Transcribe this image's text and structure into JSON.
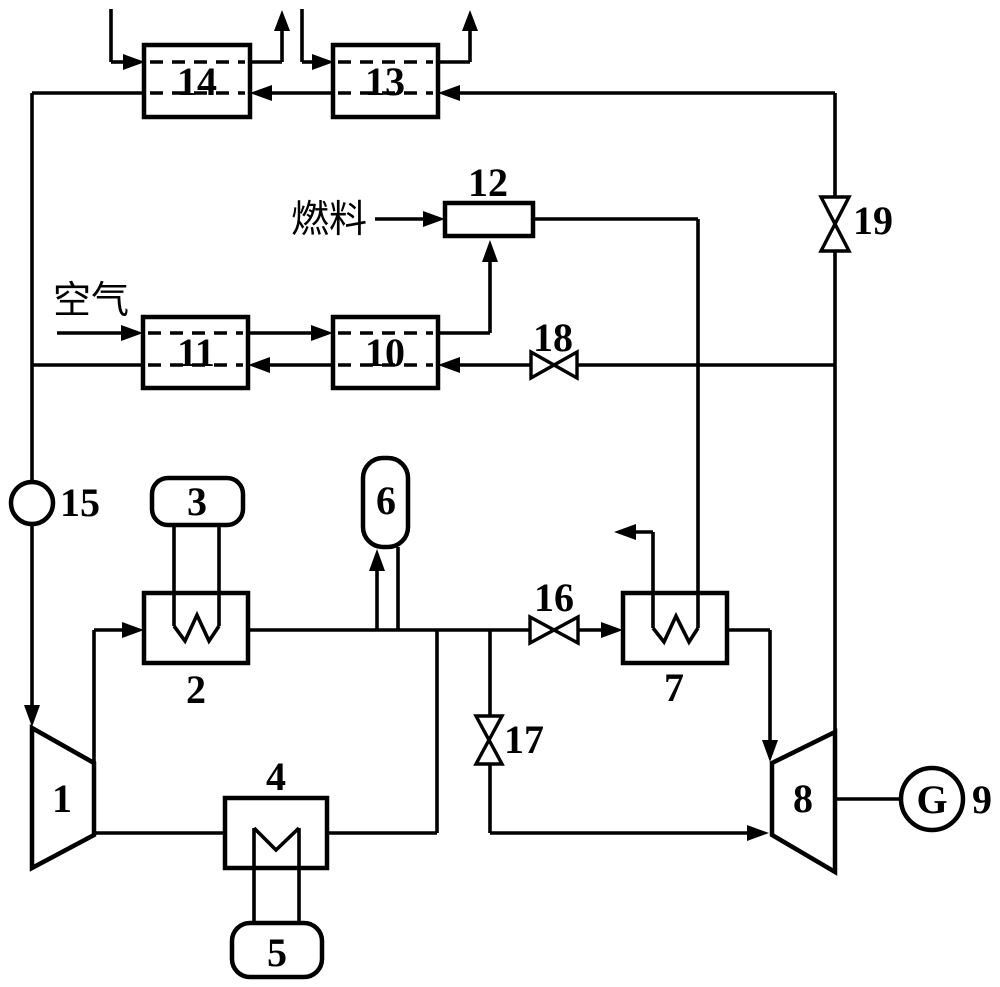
{
  "diagram": {
    "background_color": "#ffffff",
    "line_color": "#000000",
    "labels": {
      "n1": "1",
      "n2": "2",
      "n3": "3",
      "n4": "4",
      "n5": "5",
      "n6": "6",
      "n7": "7",
      "n8": "8",
      "n9": "9",
      "n10": "10",
      "n11": "11",
      "n12": "12",
      "n13": "13",
      "n14": "14",
      "n15": "15",
      "n16": "16",
      "n17": "17",
      "n18": "18",
      "n19": "19",
      "generator": "G",
      "fuel": "燃料",
      "air": "空气"
    }
  }
}
